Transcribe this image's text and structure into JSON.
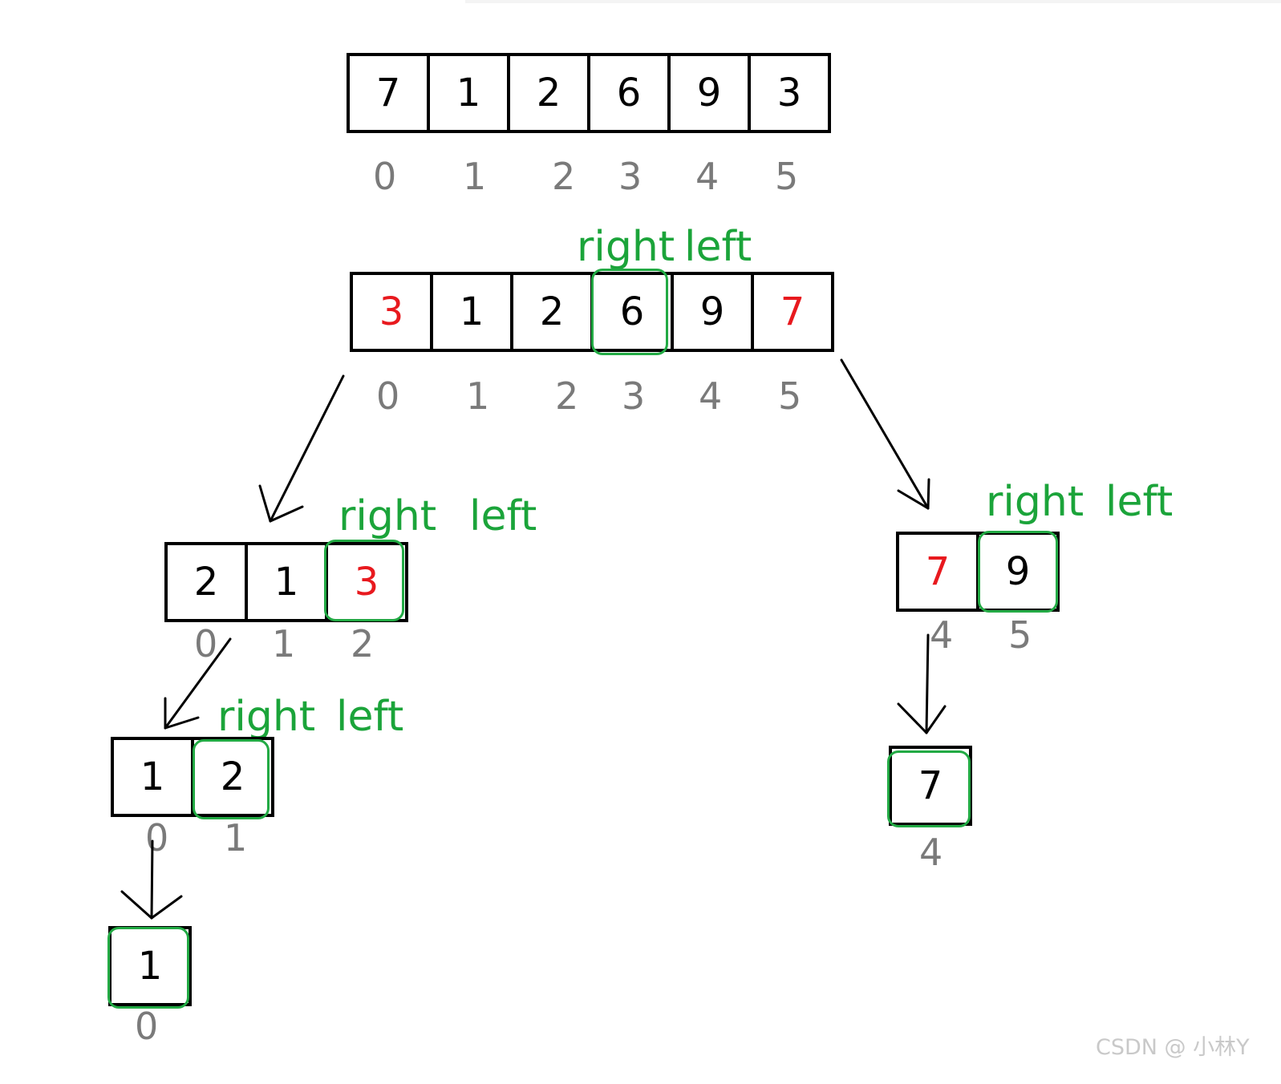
{
  "top_array": {
    "cells": [
      "7",
      "1",
      "2",
      "6",
      "9",
      "3"
    ],
    "indices": [
      "0",
      "1",
      "2",
      "3",
      "4",
      "5"
    ]
  },
  "second_array": {
    "cells": [
      "3",
      "1",
      "2",
      "6",
      "9",
      "7"
    ],
    "red": [
      0,
      5
    ],
    "highlight": 3,
    "indices": [
      "0",
      "1",
      "2",
      "3",
      "4",
      "5"
    ],
    "right_label": "right",
    "left_label": "left"
  },
  "left_sub": {
    "cells": [
      "2",
      "1",
      "3"
    ],
    "red": [
      2
    ],
    "highlight": 2,
    "indices": [
      "0",
      "1",
      "2"
    ],
    "right_label": "right",
    "left_label": "left"
  },
  "right_sub": {
    "cells": [
      "7",
      "9"
    ],
    "red": [
      0
    ],
    "highlight": 1,
    "indices": [
      "4",
      "5"
    ],
    "right_label": "right",
    "left_label": "left"
  },
  "left_sub2": {
    "cells": [
      "1",
      "2"
    ],
    "highlight": 1,
    "indices": [
      "0",
      "1"
    ],
    "right_label": "right",
    "left_label": "left"
  },
  "leaf_left": {
    "cells": [
      "1"
    ],
    "indices": [
      "0"
    ]
  },
  "leaf_right": {
    "cells": [
      "7"
    ],
    "indices": [
      "4"
    ]
  },
  "watermark": "CSDN @ 小林Y",
  "colors": {
    "pivot_box": "#22aa44",
    "pointer_text": "#1ba43a",
    "swapped_value": "#e8191e",
    "index_text": "#7a7a7a"
  }
}
